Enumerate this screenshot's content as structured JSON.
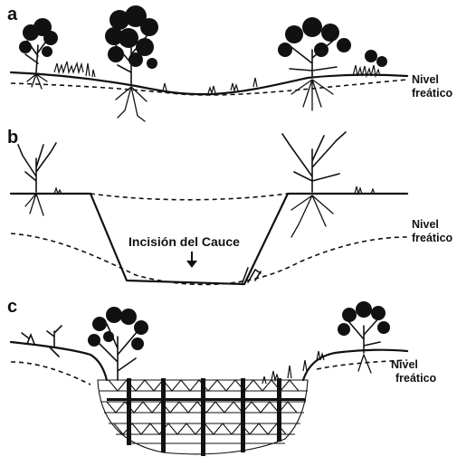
{
  "figure": {
    "panels": [
      {
        "letter": "a",
        "water_table_label": [
          "Nivel",
          "freático"
        ]
      },
      {
        "letter": "b",
        "water_table_label": [
          "Nivel",
          "freático"
        ],
        "incision_label": "Incisión del Cauce"
      },
      {
        "letter": "c",
        "water_table_label": [
          "Nivel",
          "freático"
        ]
      }
    ]
  }
}
